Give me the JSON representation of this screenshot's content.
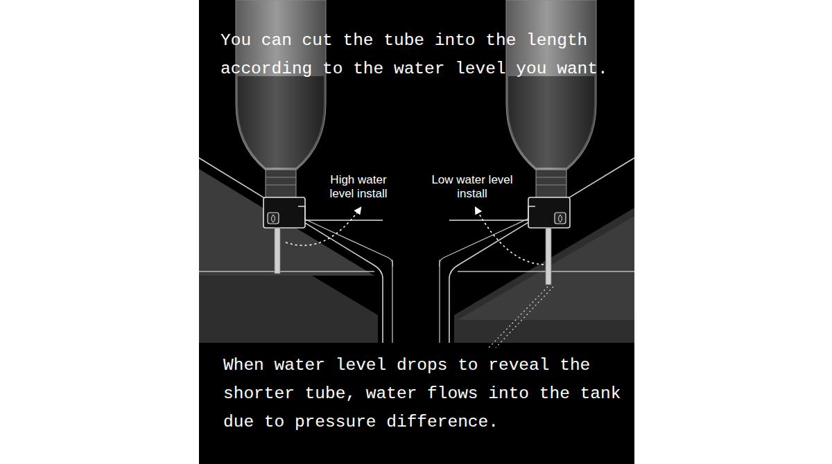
{
  "diagram": {
    "title": "You can cut the tube into the length according to the water level you want.",
    "caption": "When water level drops to reveal the shorter tube, water flows into the tank due to pressure difference.",
    "labels": [
      "High water level install",
      "Low water level install"
    ]
  }
}
